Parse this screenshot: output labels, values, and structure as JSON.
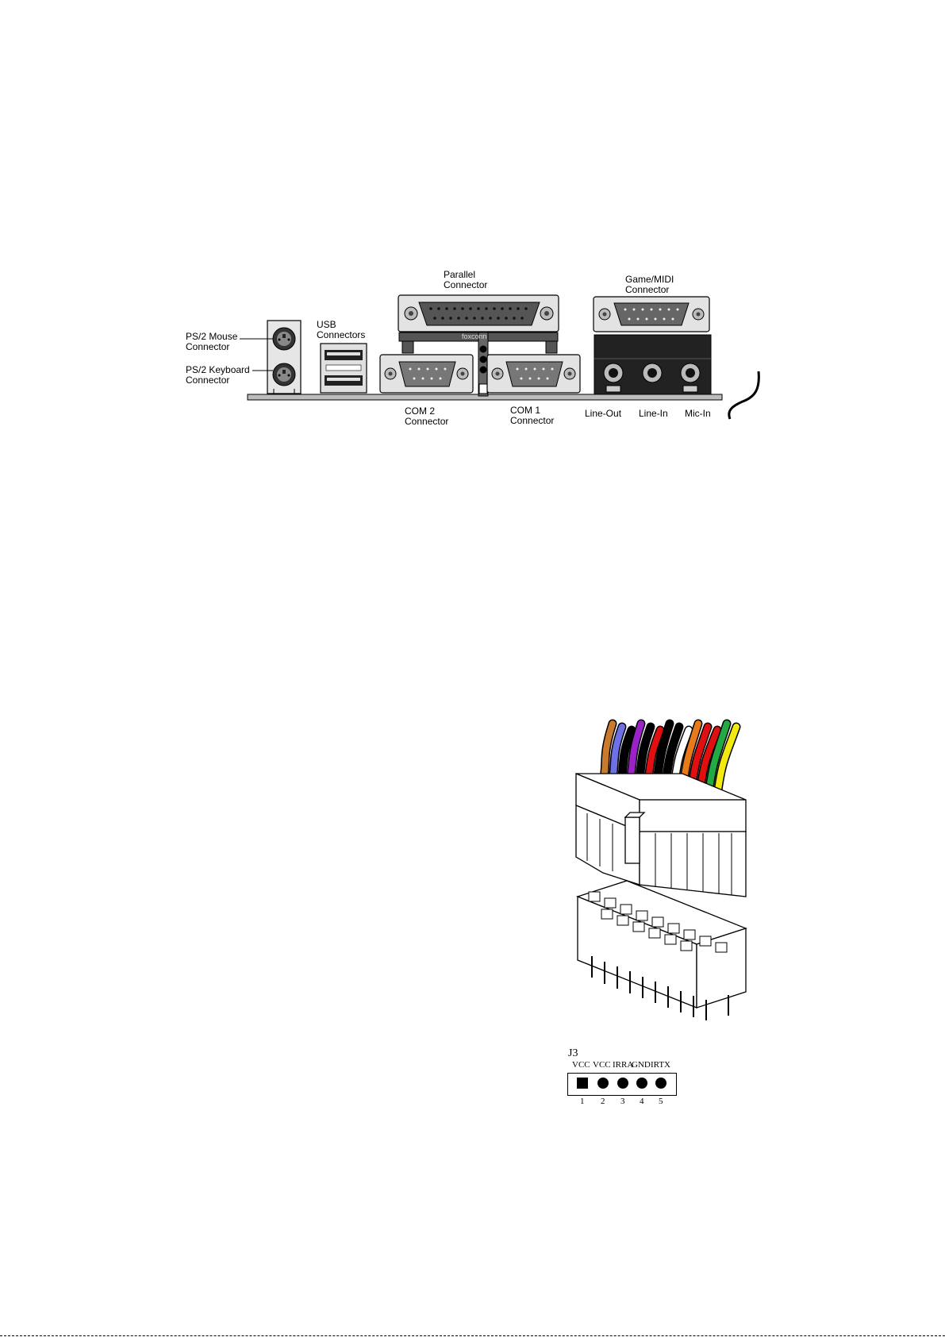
{
  "io_panel": {
    "ps2_mouse": [
      "PS/2 Mouse",
      "Connector"
    ],
    "ps2_keyboard": [
      "PS/2 Keyboard",
      "Connector"
    ],
    "usb": [
      "USB",
      "Connectors"
    ],
    "parallel": [
      "Parallel",
      "Connector"
    ],
    "game_midi": [
      "Game/MIDI",
      "Connector"
    ],
    "com2": [
      "COM 2",
      "Connector"
    ],
    "com1": [
      "COM 1",
      "Connector"
    ],
    "line_out": "Line-Out",
    "line_in": "Line-In",
    "mic_in": "Mic-In",
    "bracket_brand": "foxconn"
  },
  "atx_power_connector": {
    "wire_colors": [
      "#c97a2c",
      "#6f6fe8",
      "#000000",
      "#9a22c8",
      "#000000",
      "#e01010",
      "#000000",
      "#000000",
      "#ffffff",
      "#e87a1a",
      "#e01010",
      "#e01010",
      "#22aa44",
      "#f2ea10"
    ]
  },
  "ir_header": {
    "name": "J3",
    "pins": [
      {
        "signal": "VCC",
        "number": "1",
        "shape": "square"
      },
      {
        "signal": "VCC",
        "number": "2",
        "shape": "circle"
      },
      {
        "signal": "IRRA",
        "number": "3",
        "shape": "circle"
      },
      {
        "signal": "GND",
        "number": "4",
        "shape": "circle"
      },
      {
        "signal": "IRTX",
        "number": "5",
        "shape": "circle"
      }
    ]
  }
}
